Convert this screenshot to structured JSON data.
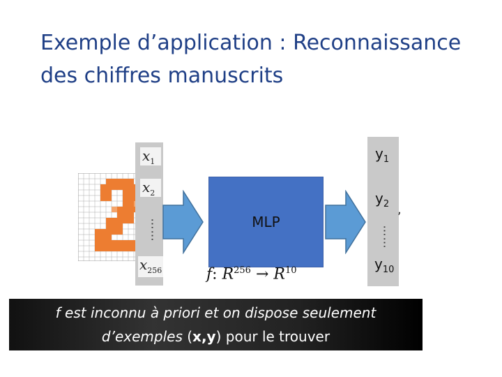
{
  "title": {
    "line1": "Exemple d’application : Reconnaissance",
    "line2": "des chiffres manuscrits"
  },
  "input": {
    "x1_base": "x",
    "x1_sub": "1",
    "x2_base": "x",
    "x2_sub": "2",
    "x256_base": "x",
    "x256_sub": "256",
    "dots": "……"
  },
  "mlp": {
    "label": "MLP"
  },
  "formula": {
    "f": "f",
    "colon": ": ",
    "R1": "R",
    "exp1": "256",
    "arrow": " → ",
    "R2": "R",
    "exp2": "10"
  },
  "output": {
    "y1_base": "y",
    "y1_sub": "1",
    "y2_base": "y",
    "y2_sub": "2",
    "y10_base": "y",
    "y10_sub": "10",
    "dots": "……",
    "comma": ","
  },
  "caption": {
    "part1": "f est inconnu à priori et on dispose seulement",
    "part2_italic": "d’exemples",
    "part2_paren_open": " (",
    "part2_bold": "x,y",
    "part2_paren_close": ")",
    "part2_rest": " pour le trouver"
  },
  "colors": {
    "title": "#1f3f86",
    "mlp_fill": "#4471c4",
    "arrow_fill": "#5b9bd5",
    "digit_fill": "#ed7d31",
    "column_bg": "#c9c9c9"
  },
  "icons": {
    "digit_image": "handwritten-digit-2-grid"
  }
}
